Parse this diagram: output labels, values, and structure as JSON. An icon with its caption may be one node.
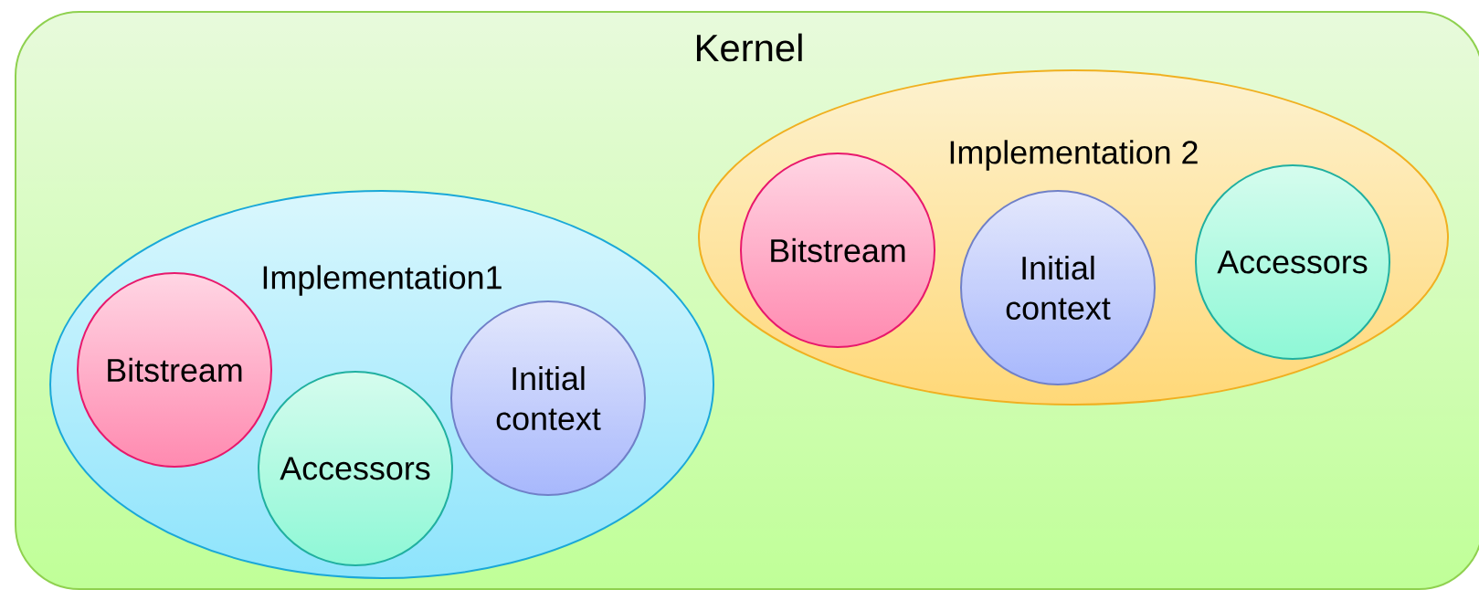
{
  "diagram": {
    "nodes": [
      {
        "text": [
          "Kernel"
        ]
      },
      {
        "text": [
          "Implementation1"
        ],
        "in": 0
      },
      {
        "text": [
          "Bitstream"
        ],
        "in": 1
      },
      {
        "text": [
          "Accessors"
        ],
        "in": 1
      },
      {
        "text": [
          "Initial context"
        ],
        "in": 1
      },
      {
        "text": [
          "Implementation 2"
        ],
        "in": 0
      },
      {
        "text": [
          "Bitstream"
        ],
        "in": 5
      },
      {
        "text": [
          "Initial context"
        ],
        "in": 5
      },
      {
        "text": [
          "Accessors"
        ],
        "in": 5
      }
    ]
  }
}
